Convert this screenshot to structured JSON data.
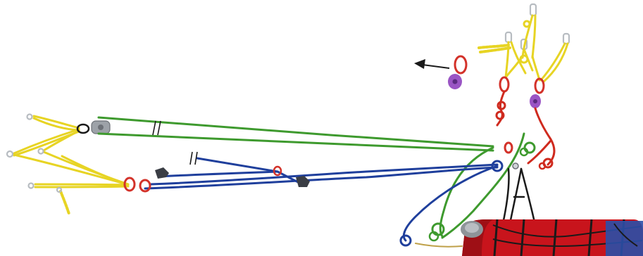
{
  "scene": {
    "background": "#ffffff",
    "rope_colors": {
      "green": "#3e9a2e",
      "blue": "#1f3f9c",
      "red": "#cf2a1e",
      "yellow": "#e7d424",
      "black": "#1a1a1a"
    },
    "hardware_colors": {
      "carabiner_steel": "#b7bcc1",
      "carabiner_red": "#d3322a",
      "pulley_purple": "#9a55c4",
      "pulley_gray": "#8a8f96",
      "rope_grab_dark": "#3a3d44",
      "litter_red": "#c8141c"
    },
    "elements": [
      "left-anchor-yellow-slings",
      "right-anchor-yellow-slings",
      "green-highline-rope",
      "blue-track-line",
      "red-control-line",
      "rescue-litter",
      "spare-pulley",
      "direction-arrow"
    ]
  }
}
